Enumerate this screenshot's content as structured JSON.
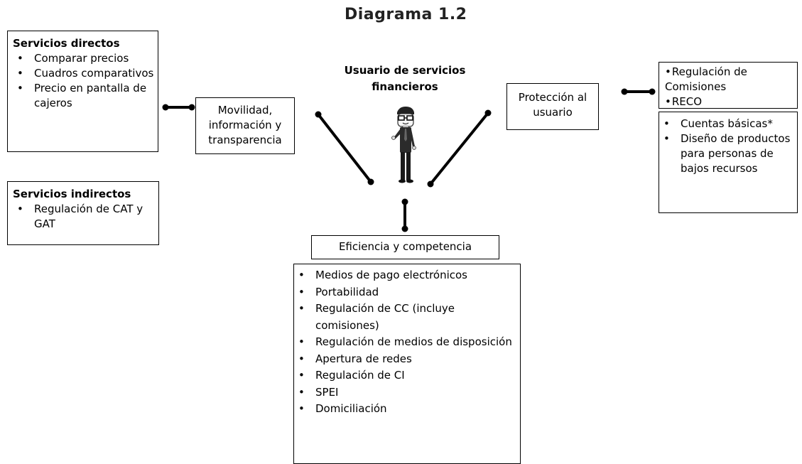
{
  "title": "Diagrama 1.2",
  "center": {
    "label": "Usuario de servicios financieros"
  },
  "servicios_directos": {
    "heading": "Servicios directos",
    "items": [
      "Comparar precios",
      "Cuadros comparativos",
      "Precio en pantalla de cajeros"
    ]
  },
  "servicios_indirectos": {
    "heading": "Servicios indirectos",
    "items": [
      "Regulación de CAT y GAT"
    ]
  },
  "movilidad": {
    "label": "Movilidad, información y transparencia"
  },
  "proteccion": {
    "label": "Protección al usuario"
  },
  "regulacion": {
    "items": [
      "Regulación de Comisiones",
      "RECO"
    ]
  },
  "cuentas": {
    "items": [
      "Cuentas básicas*",
      "Diseño de productos para personas de bajos recursos"
    ]
  },
  "eficiencia": {
    "label": "Eficiencia y competencia",
    "items": [
      "Medios de pago electrónicos",
      "Portabilidad",
      "Regulación de CC (incluye comisiones)",
      "Regulación de medios de disposición",
      "Apertura de redes",
      "Regulación de CI",
      "SPEI",
      "Domiciliación"
    ]
  }
}
